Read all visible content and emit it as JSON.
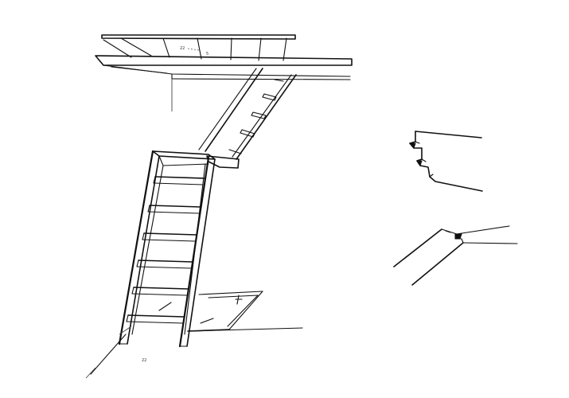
{
  "image": {
    "kind": "line-drawing",
    "palette": {
      "ink": "#111111",
      "paper": "#ffffff"
    },
    "annotations": {
      "beam_note": "22",
      "beam_note_small": "5",
      "floor_note": "22"
    }
  }
}
